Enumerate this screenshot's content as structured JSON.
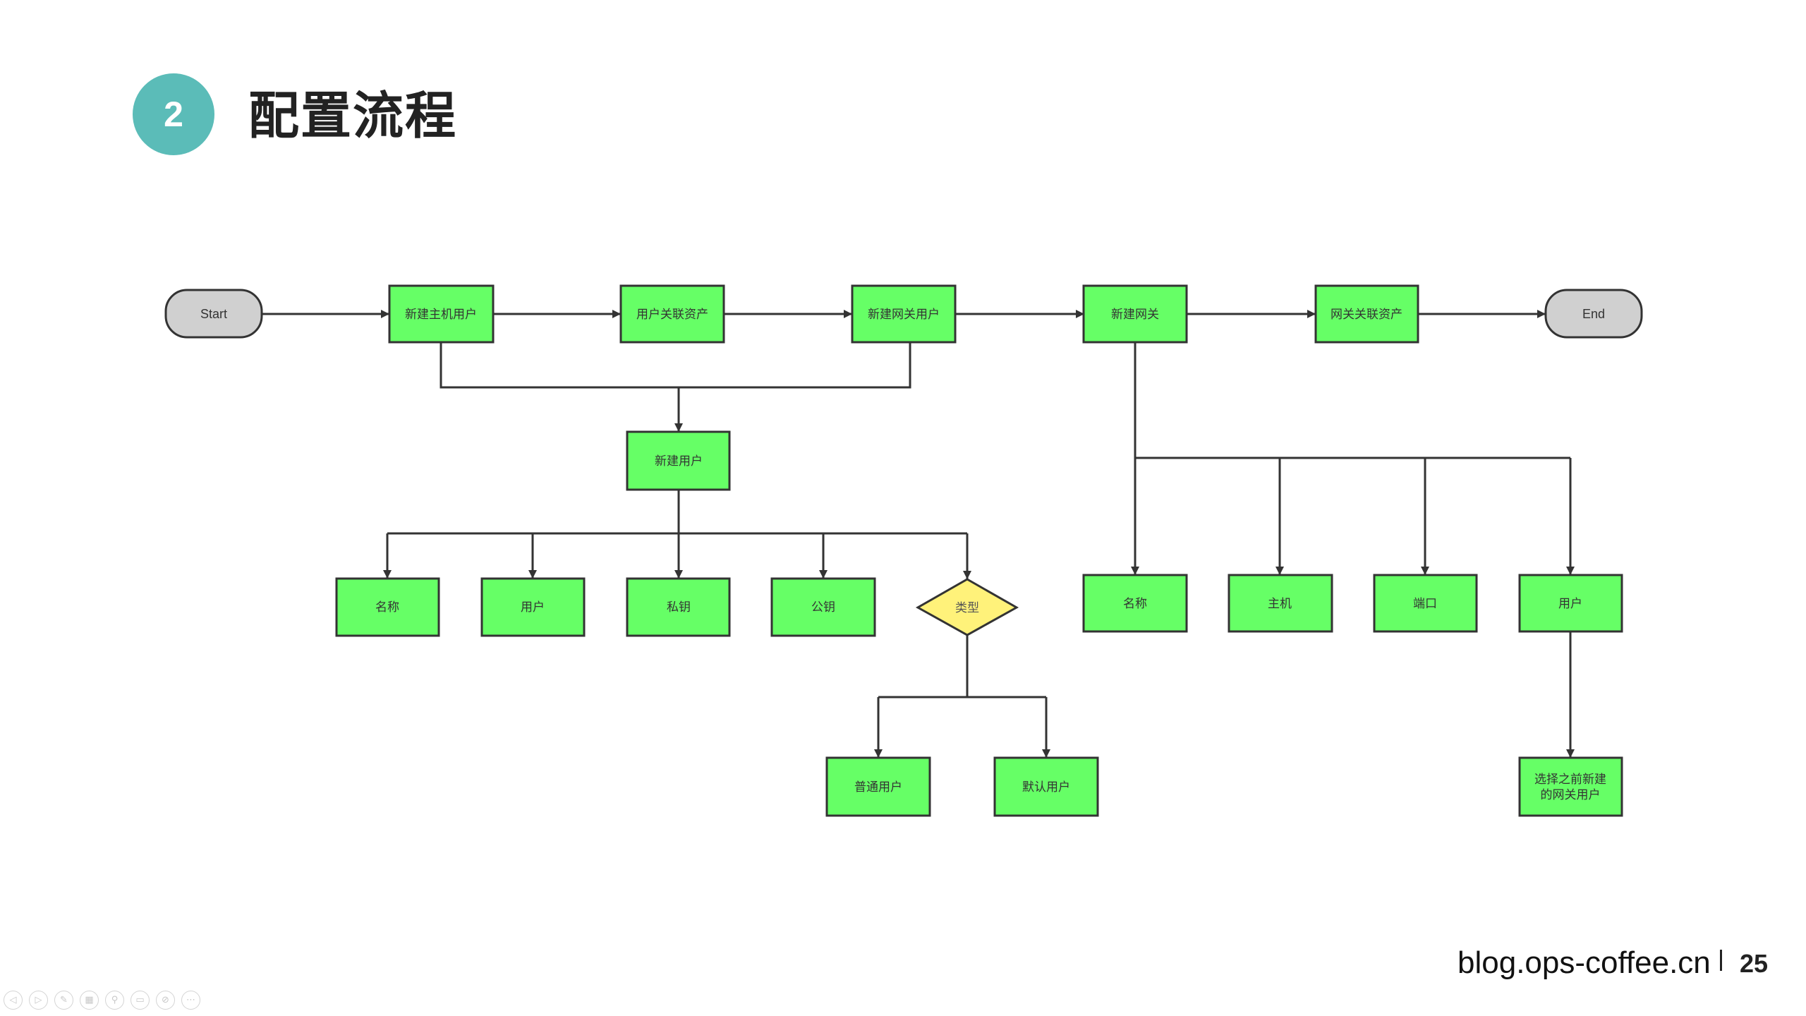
{
  "slide": {
    "section_number": "2",
    "title": "配置流程",
    "footer_url": "blog.ops-coffee.cn",
    "page_number": "25"
  },
  "colors": {
    "badge": "#5bbcb8",
    "process_fill": "#66ff66",
    "terminal_fill": "#d0d0d0",
    "decision_fill": "#fff27a",
    "stroke": "#333333"
  },
  "flow": {
    "start": "Start",
    "end": "End",
    "main_steps": [
      "新建主机用户",
      "用户关联资产",
      "新建网关用户",
      "新建网关",
      "网关关联资产"
    ],
    "new_user": {
      "label": "新建用户",
      "fields": [
        "名称",
        "用户",
        "私钥",
        "公钥"
      ],
      "type_decision": "类型",
      "type_options": [
        "普通用户",
        "默认用户"
      ]
    },
    "new_gateway": {
      "fields": [
        "名称",
        "主机",
        "端口",
        "用户"
      ],
      "user_note_line1": "选择之前新建",
      "user_note_line2": "的网关用户"
    }
  },
  "player_controls": [
    {
      "icon": "prev-icon",
      "glyph": "◁"
    },
    {
      "icon": "next-icon",
      "glyph": "▷"
    },
    {
      "icon": "pen-icon",
      "glyph": "✎"
    },
    {
      "icon": "slides-icon",
      "glyph": "▦"
    },
    {
      "icon": "zoom-icon",
      "glyph": "⚲"
    },
    {
      "icon": "subtitle-icon",
      "glyph": "▭"
    },
    {
      "icon": "camera-off-icon",
      "glyph": "⊘"
    },
    {
      "icon": "more-icon",
      "glyph": "⋯"
    }
  ]
}
